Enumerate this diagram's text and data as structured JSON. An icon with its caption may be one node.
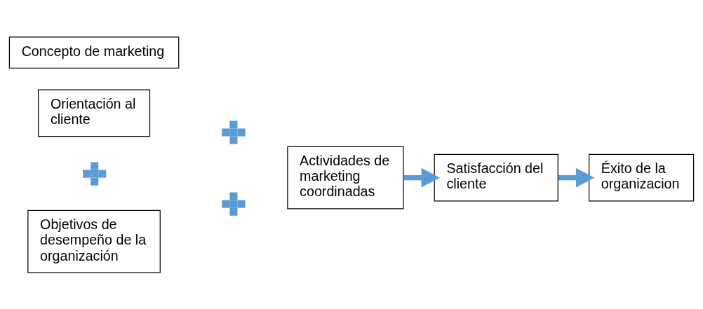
{
  "diagram": {
    "nodes": [
      {
        "text": [
          "Concepto de marketing"
        ]
      },
      {
        "text": [
          "Orientación al cliente"
        ]
      },
      {
        "text": [],
        "shape": "cross"
      },
      {
        "text": [],
        "shape": "cross"
      },
      {
        "text": [
          "Actividades de marketing coordinadas"
        ]
      },
      {
        "text": [
          "Satisfacción del cliente"
        ]
      },
      {
        "text": [
          "Éxito de la organizacion"
        ]
      },
      {
        "text": [
          "Objetivos de desempeño de la organización"
        ]
      },
      {
        "text": [],
        "shape": "cross"
      }
    ],
    "edges": [
      {
        "from": 4,
        "to": 5,
        "arrow": "to"
      },
      {
        "from": 5,
        "to": 6,
        "arrow": "to"
      }
    ]
  }
}
